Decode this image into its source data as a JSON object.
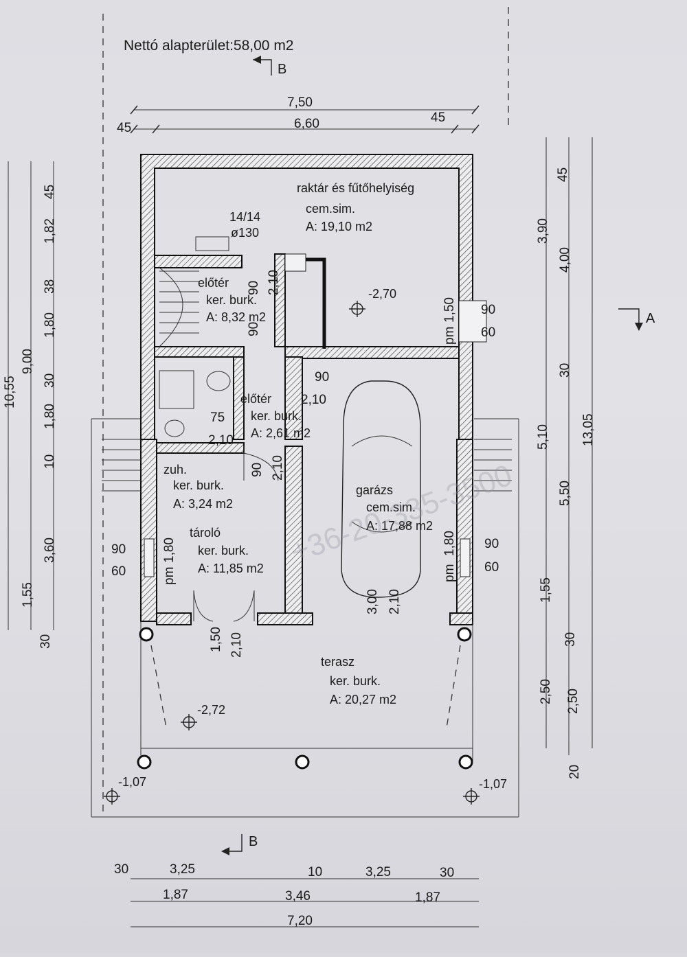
{
  "title": "Nettó alapterület:58,00 m2",
  "section_marks": {
    "b_top": "B",
    "b_bottom": "B",
    "a_right": "A"
  },
  "top_dims": {
    "overall": "7,50",
    "left_wall": "45",
    "inner": "6,60",
    "right_wall": "45"
  },
  "rooms": {
    "storage": {
      "name": "raktár és fűtőhelyiség",
      "finish": "cem.sim.",
      "area": "A: 19,10 m2"
    },
    "hall_upper": {
      "name": "előtér",
      "finish": "ker. burk.",
      "area": "A: 8,32 m2"
    },
    "hall_lower": {
      "name": "előtér",
      "finish": "ker. burk.",
      "area": "A: 2,61 m2"
    },
    "shower": {
      "name": "zuh.",
      "finish": "ker. burk.",
      "area": "A: 3,24 m2"
    },
    "store2": {
      "name": "tároló",
      "finish": "ker. burk.",
      "area": "A: 11,85 m2"
    },
    "garage": {
      "name": "garázs",
      "finish": "cem.sim.",
      "area": "A: 17,88 m2"
    },
    "terrace": {
      "name": "terasz",
      "finish": "ker. burk.",
      "area": "A: 20,27 m2"
    }
  },
  "chimney": {
    "size": "14/14",
    "diameter": "ø130"
  },
  "levels": {
    "storage": "-2,70",
    "terrace": "-2,72",
    "left_corner": "-1,07",
    "right_corner": "-1,07"
  },
  "openings": {
    "d_hall_h": "2,10",
    "d_hall_w": "90",
    "d_hall_h2": "2,10",
    "d_hall_w2": "90",
    "win_storage_h": "1,50",
    "win_storage_pm": "pm",
    "win_storage_a": "90",
    "win_storage_b": "60",
    "d_garage_w": "90",
    "d_garage_h": "2,10",
    "d_bath_w": "75",
    "d_bath_h": "2,10",
    "d_shower_w": "90",
    "d_shower_h": "2,10",
    "win_left_a": "90",
    "win_left_b": "60",
    "win_left_h": "1,80",
    "win_left_pm": "pm",
    "win_right_a": "90",
    "win_right_b": "60",
    "win_right_h": "1,80",
    "win_right_pm": "pm",
    "d_store_h": "1,50",
    "d_store_h2": "2,10",
    "d_gar_h": "3,00",
    "d_gar_h2": "2,10"
  },
  "left_dims": [
    "10,55",
    "9,00",
    "45",
    "1,82",
    "38",
    "1,80",
    "30",
    "1,80",
    "10",
    "3,60",
    "1,55",
    "30"
  ],
  "right_dims": [
    "45",
    "3,90",
    "4,00",
    "30",
    "5,10",
    "5,50",
    "1,55",
    "13,05",
    "30",
    "2,50",
    "2,50",
    "20"
  ],
  "bottom_dims": {
    "row1": [
      "30",
      "3,25",
      "10",
      "3,25",
      "30"
    ],
    "row2": [
      "1,87",
      "3,46",
      "1,87"
    ],
    "row3": "7,20"
  },
  "watermark": "+36-20-335-3500",
  "colors": {
    "paper": "#e0e0e5",
    "ink": "#1a1a1a"
  }
}
